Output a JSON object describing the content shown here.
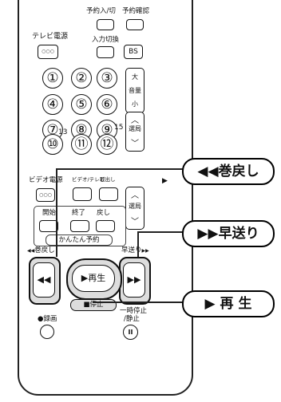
{
  "remote": {
    "top_labels": {
      "timer_onoff": "予約入/切",
      "timer_check": "予約確認"
    },
    "tv_power": "テレビ電源",
    "input_switch": "入力切換",
    "bs": "BS",
    "numbers": [
      "①",
      "②",
      "③",
      "④",
      "⑤",
      "⑥",
      "⑦",
      "⑧",
      "⑨",
      "⑩",
      "⑪",
      "⑫"
    ],
    "sup13": "13",
    "sup15": "15",
    "volume": {
      "up": "大",
      "label": "音量",
      "down": "小"
    },
    "channel_label": "選局",
    "video_power": "ビデオ電源",
    "video_tv": "ビデオ/テレビ",
    "eject": "取出し",
    "play_small": "▶",
    "start": "開始",
    "end": "終了",
    "back": "戻し",
    "easy_timer": "かんたん予約",
    "rewind_label": "巻戻し",
    "ff_label": "早送り",
    "play_label": "再生",
    "stop_label": "■停止",
    "pause_label": "一時停止",
    "pause_sub": "/静止",
    "rec_label": "●録画",
    "pause_symbol": "II",
    "rew_symbol": "◀◀",
    "ff_symbol": "▶▶",
    "small_rew": "◀◀",
    "small_ff": "▶▶",
    "dots": "○○○"
  },
  "callouts": {
    "rewind": "◀◀巻戻し",
    "fast_forward": "▶▶早送り",
    "play": "▶ 再 生"
  }
}
